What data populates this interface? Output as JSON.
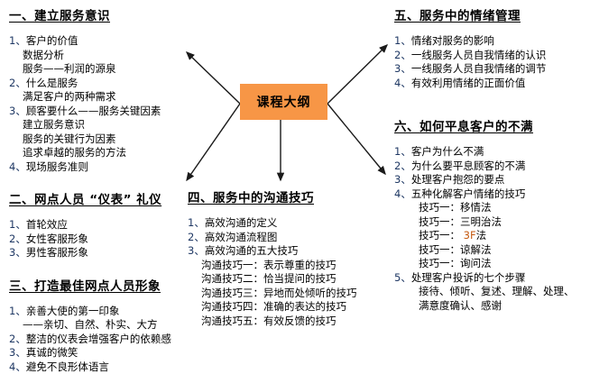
{
  "document": {
    "type": "course-outline-mindmap",
    "center_label": "课程大纲",
    "accent_color": "#F79646",
    "number_color": "#1F3864",
    "highlight_color": "#C55A11"
  },
  "sections": {
    "one": {
      "heading": "一、建立服务意识",
      "items": [
        {
          "num": "1、",
          "text": "客户的价值"
        },
        {
          "sub": "数据分析"
        },
        {
          "sub": "服务——利润的源泉"
        },
        {
          "num": "2、",
          "text": "什么是服务"
        },
        {
          "sub": "满足客户的两种需求"
        },
        {
          "num": "3、",
          "text": "顾客要什么——服务关键因素"
        },
        {
          "sub": "建立服务意识"
        },
        {
          "sub": "服务的关键行为因素"
        },
        {
          "sub": "追求卓越的服务的方法"
        },
        {
          "num": "4、",
          "text": "现场服务准则"
        }
      ]
    },
    "two": {
      "heading": "二、网点人员 “仪表” 礼仪",
      "items": [
        {
          "num": "1、",
          "text": "首轮效应"
        },
        {
          "num": "2、",
          "text": "女性客服形象"
        },
        {
          "num": "3、",
          "text": "男性客服形象"
        }
      ]
    },
    "three": {
      "heading": "三、打造最佳网点人员形象",
      "items": [
        {
          "num": "1、",
          "text": "亲善大使的第一印象"
        },
        {
          "sub": "——亲切、自然、朴实、大方"
        },
        {
          "num": "2、",
          "text": "整洁的仪表会增强客户的依赖感"
        },
        {
          "num": "3、",
          "text": "真诚的微笑"
        },
        {
          "num": "4、",
          "text": "避免不良形体语言"
        }
      ]
    },
    "four": {
      "heading": "四、服务中的沟通技巧",
      "items": [
        {
          "num": "1、",
          "text": "高效沟通的定义"
        },
        {
          "num": "2、",
          "text": "高效沟通流程图"
        },
        {
          "num": "3、",
          "text": "高效沟通的五大技巧"
        },
        {
          "sub": "沟通技巧一：表示尊重的技巧"
        },
        {
          "sub": "沟通技巧二：恰当提问的技巧"
        },
        {
          "sub": "沟通技巧三：异地而处倾听的技巧"
        },
        {
          "sub": "沟通技巧四：准确的表达的技巧"
        },
        {
          "sub": "沟通技巧五：有效反馈的技巧"
        }
      ]
    },
    "five": {
      "heading": "五、服务中的情绪管理",
      "items": [
        {
          "num": "1、",
          "text": "情绪对服务的影响"
        },
        {
          "num": "2、",
          "text": "一线服务人员自我情绪的认识"
        },
        {
          "num": "3、",
          "text": "一线服务人员自我情绪的调节"
        },
        {
          "num": "4、",
          "text": "有效利用情绪的正面价值"
        }
      ]
    },
    "six": {
      "heading": "六、如何平息客户的不满",
      "items": [
        {
          "num": "1、",
          "text": "客户为什么不满"
        },
        {
          "num": "2、",
          "text": "为什么要平息顾客的不满"
        },
        {
          "num": "3、",
          "text": "处理客户抱怨的要点"
        },
        {
          "num": "4、",
          "text": "五种化解客户情绪的技巧"
        },
        {
          "sub": "技巧一：移情法"
        },
        {
          "sub": "技巧一：三明治法"
        },
        {
          "sub_prefix": "技巧一： ",
          "sub_highlight": "3F",
          "sub_suffix": "法"
        },
        {
          "sub": "技巧一：谅解法"
        },
        {
          "sub": "技巧一：询问法"
        },
        {
          "num": "5、",
          "text": "处理客户投诉的七个步骤"
        },
        {
          "sub2": "接待、倾听、复述、理解、处理、"
        },
        {
          "sub2b": "满意度确认、感谢"
        }
      ]
    }
  }
}
